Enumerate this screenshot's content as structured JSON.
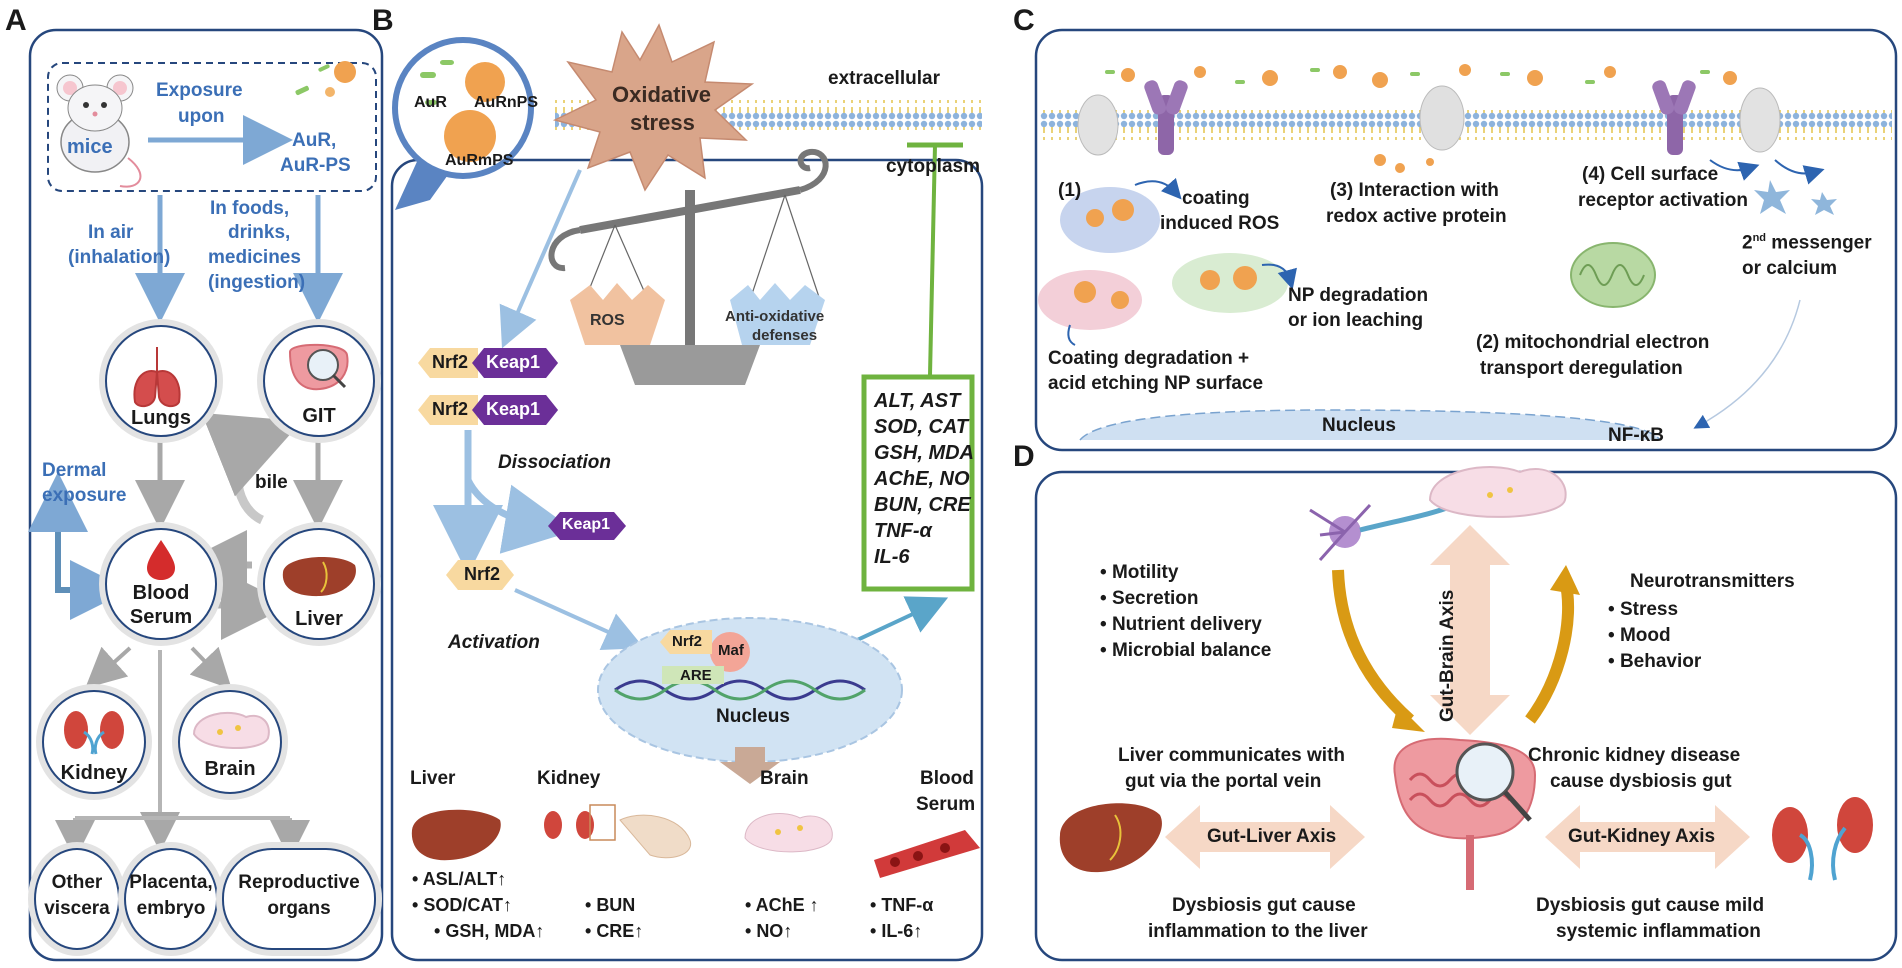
{
  "panels": {
    "a": "A",
    "b": "B",
    "c": "C",
    "d": "D"
  },
  "panel_a": {
    "mice": "mice",
    "exposure_line1": "Exposure",
    "exposure_line2": "upon",
    "aur_line1": "AuR,",
    "aur_line2": "AuR-PS",
    "in_air_line1": "In air",
    "in_air_line2": "(inhalation)",
    "in_foods_line1": "In foods,",
    "in_foods_line2": "drinks,",
    "in_foods_line3": "medicines",
    "in_foods_line4": "(ingestion)",
    "lungs": "Lungs",
    "git": "GIT",
    "dermal_line1": "Dermal",
    "dermal_line2": "exposure",
    "bile": "bile",
    "blood_line1": "Blood",
    "blood_line2": "Serum",
    "liver": "Liver",
    "kidney": "Kidney",
    "brain": "Brain",
    "other_line1": "Other",
    "other_line2": "viscera",
    "placenta_line1": "Placenta,",
    "placenta_line2": "embryo",
    "repro_line1": "Reproductive",
    "repro_line2": "organs"
  },
  "panel_b": {
    "aur": "AuR",
    "aurnps": "AuRnPS",
    "aurmps": "AuRmPS",
    "oxidative_line1": "Oxidative",
    "oxidative_line2": "stress",
    "extracellular": "extracellular",
    "cytoplasm": "cytoplasm",
    "ros": "ROS",
    "antiox_line1": "Anti-oxidative",
    "antiox_line2": "defenses",
    "nrf2": "Nrf2",
    "keap1": "Keap1",
    "dissociation": "Dissociation",
    "activation": "Activation",
    "maf": "Maf",
    "are": "ARE",
    "nucleus": "Nucleus",
    "biomarkers": [
      "ALT, AST",
      "SOD, CAT",
      "GSH, MDA",
      "AChE, NO",
      "BUN, CRE",
      "TNF-α",
      "IL-6"
    ],
    "organ_liver": "Liver",
    "organ_kidney": "Kidney",
    "organ_brain": "Brain",
    "organ_blood_line1": "Blood",
    "organ_blood_line2": "Serum",
    "liver_items": [
      "ASL/ALT↑",
      "SOD/CAT↑",
      "GSH, MDA↑"
    ],
    "kidney_items": [
      "BUN",
      "CRE↑"
    ],
    "brain_items": [
      "AChE ↑",
      "NO↑"
    ],
    "blood_items": [
      "TNF-α",
      "IL-6↑"
    ]
  },
  "panel_c": {
    "step1_num": "(1)",
    "step1_line1": "coating",
    "step1_line2": "induced ROS",
    "step3_line1": "(3) Interaction with",
    "step3_line2": "redox active protein",
    "step4_line1": "(4) Cell surface",
    "step4_line2": "receptor activation",
    "messenger_prefix": "2",
    "messenger_sup": "nd",
    "messenger_line1": " messenger",
    "messenger_line2": "or calcium",
    "np_line1": "NP degradation",
    "np_line2": "or ion leaching",
    "coating_line1": "Coating degradation +",
    "coating_line2": "acid etching NP surface",
    "mito_line1": "(2) mitochondrial electron",
    "mito_line2": "transport deregulation",
    "nucleus": "Nucleus",
    "nfkb": "NF-κB"
  },
  "panel_d": {
    "left_bullets": [
      "Motility",
      "Secretion",
      "Nutrient delivery",
      "Microbial balance"
    ],
    "right_item0": "Neurotransmitters",
    "right_bullets": [
      "Stress",
      "Mood",
      "Behavior"
    ],
    "gut_brain": "Gut-Brain Axis",
    "liver_comm_line1": "Liver communicates with",
    "liver_comm_line2": "gut via the portal vein",
    "ckd_line1": "Chronic kidney disease",
    "ckd_line2": "cause dysbiosis gut",
    "gut_liver": "Gut-Liver Axis",
    "gut_kidney": "Gut-Kidney Axis",
    "dys_liver_line1": "Dysbiosis gut cause",
    "dys_liver_line2": "inflammation to the liver",
    "dys_kidney_line1": "Dysbiosis gut cause mild",
    "dys_kidney_line2": "systemic inflammation"
  },
  "colors": {
    "frame": "#26477d",
    "label_blue": "#3b6fb6",
    "arrow_blue": "#8fb5dc",
    "nrf2_tag": "#f8d9a0",
    "keap1_tag": "#6b2f98",
    "green_box": "#6fb33f",
    "axis_arrow": "#f6d8c6",
    "gold_arrow": "#d99a14"
  }
}
